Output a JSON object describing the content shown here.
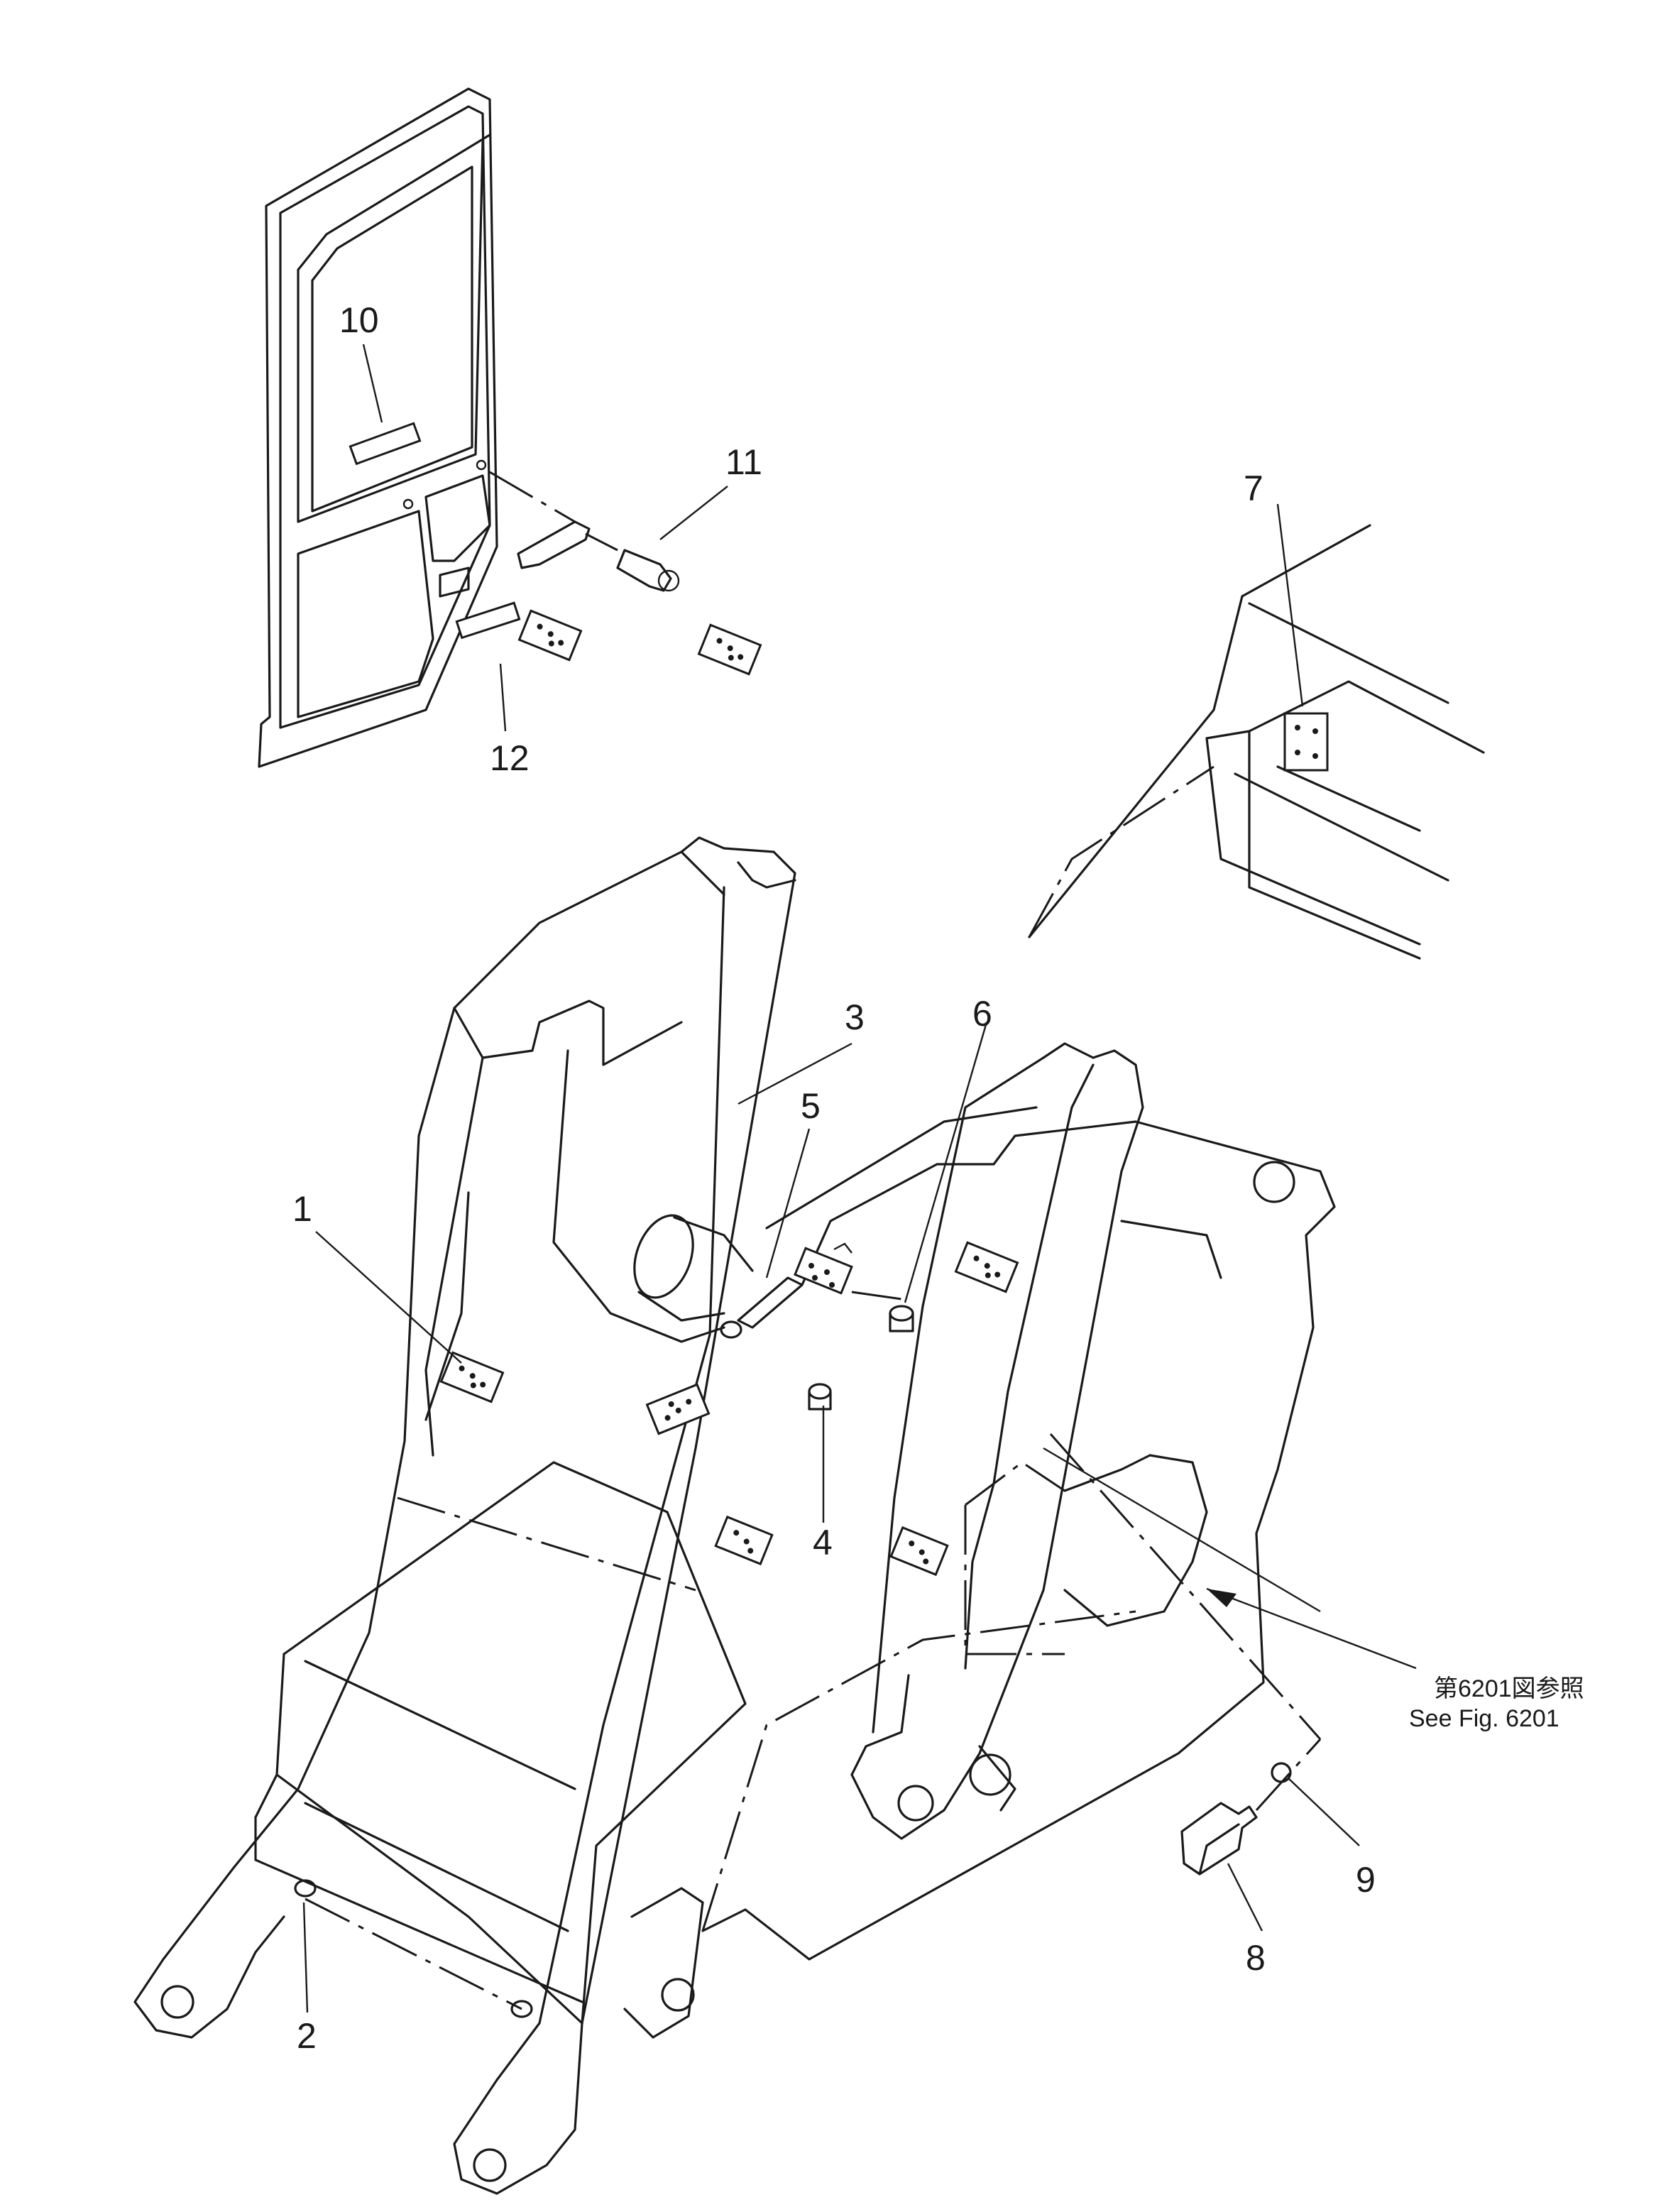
{
  "callouts": {
    "c1": "1",
    "c2": "2",
    "c3": "3",
    "c4": "4",
    "c5": "5",
    "c6": "6",
    "c7": "7",
    "c8": "8",
    "c9": "9",
    "c10": "10",
    "c11": "11",
    "c12": "12"
  },
  "reference": {
    "line1": "第6201図参照",
    "line2": "See Fig. 6201"
  }
}
